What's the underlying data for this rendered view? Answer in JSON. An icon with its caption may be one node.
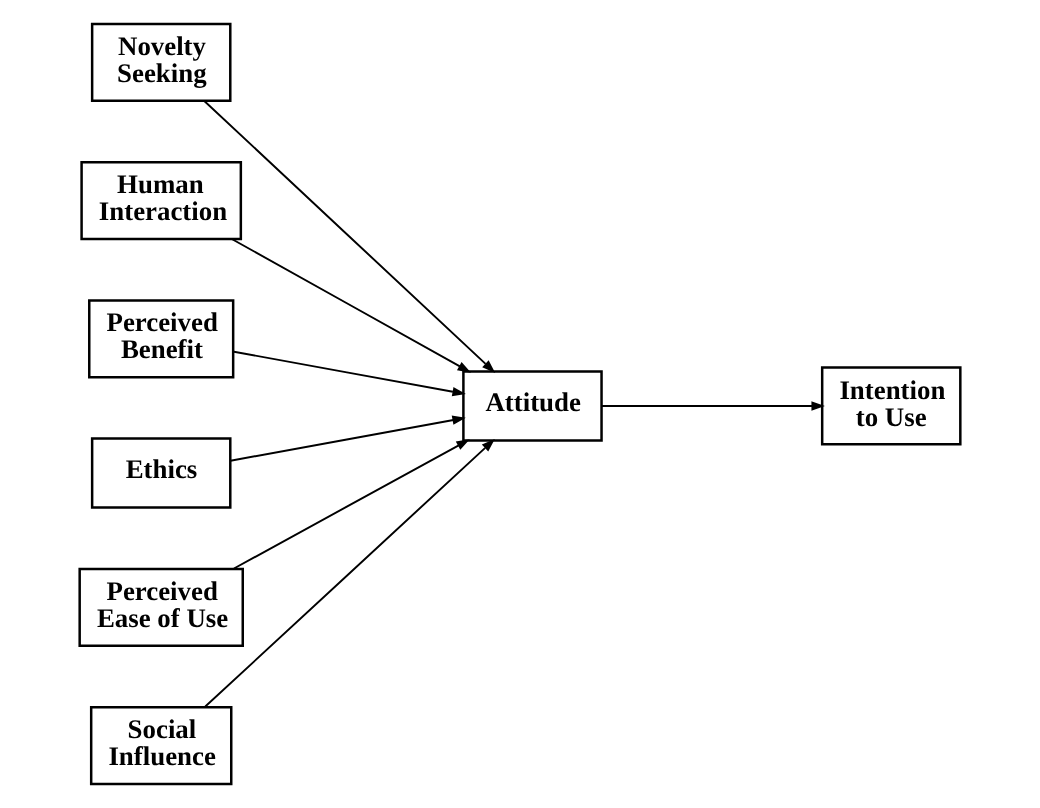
{
  "diagram": {
    "nodes": [
      {
        "text": [
          "Novelty Seeking"
        ]
      },
      {
        "text": [
          "Human Interaction"
        ]
      },
      {
        "text": [
          "Perceived Benefit"
        ]
      },
      {
        "text": [
          "Ethics"
        ]
      },
      {
        "text": [
          "Perceived Ease of Use"
        ]
      },
      {
        "text": [
          "Social Influence"
        ]
      },
      {
        "text": [
          "Attitude"
        ]
      },
      {
        "text": [
          "Intention to Use"
        ]
      }
    ],
    "edges": [
      {
        "from": 0,
        "to": 6,
        "arrow": "to"
      },
      {
        "from": 1,
        "to": 6,
        "arrow": "to"
      },
      {
        "from": 2,
        "to": 6,
        "arrow": "to"
      },
      {
        "from": 3,
        "to": 6,
        "arrow": "to"
      },
      {
        "from": 4,
        "to": 6,
        "arrow": "to"
      },
      {
        "from": 5,
        "to": 6,
        "arrow": "to"
      },
      {
        "from": 6,
        "to": 7,
        "arrow": "to"
      }
    ]
  }
}
